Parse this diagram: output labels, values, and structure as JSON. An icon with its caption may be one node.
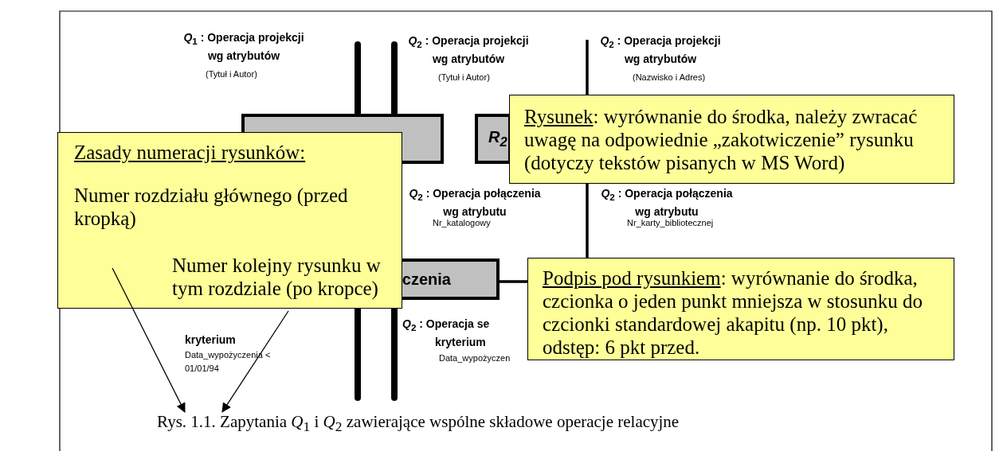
{
  "diagram": {
    "caption": "Rys. 1.1. Zapytania *Q*$_{1}$ i *Q*$_{2}$ zawierające wspólne składowe operacje relacyjne",
    "nodes": [
      {
        "text": [],
        "shape": "box"
      },
      {
        "text": [
          "*R*$_{2}$"
        ]
      },
      {
        "text": [
          "czenia"
        ]
      },
      {
        "text": [
          "Zasady numeracji rysunków:"
        ]
      },
      {
        "text": [
          "Numer rozdziału głównego (przed kropką)"
        ],
        "in": 3
      },
      {
        "text": [
          "Numer kolejny rysunku w tym rozdziale (po kropce)"
        ],
        "in": 3
      },
      {
        "text": [
          "Rysunek",
          ": wyrównanie do środka, należy zwracać uwagę na odpowiednie „zakotwiczenie” rysunku (dotyczy tekstów pisanych w MS Word)"
        ]
      },
      {
        "text": [
          "Podpis pod rysunkiem",
          ": wyrównanie do środka, czcionka o jeden punkt mniejsza w stosunku do czcionki standardowej akapitu (np. 10 pkt), odstęp: 6 pkt przed."
        ]
      }
    ],
    "edges": [
      {
        "from": 4,
        "to": null,
        "arrow": "to"
      },
      {
        "from": 5,
        "to": null,
        "arrow": "to"
      },
      {
        "from": 2,
        "to": 7,
        "arrow": "none",
        "style": "thick"
      },
      {
        "from": 6,
        "to": 7,
        "arrow": "none",
        "style": "thick"
      }
    ],
    "labels": [
      "*Q*$_{1}$ : Operacja projekcji wg atrybutów",
      "(Tytuł i Autor)",
      "*Q*$_{2}$ : Operacja projekcji wg atrybutów",
      "(Tytuł i Autor)",
      "*Q*$_{2}$ : Operacja projekcji wg atrybutów",
      "(Nazwisko i Adres)",
      "*Q*$_{2}$ : Operacja połączenia wg atrybutu",
      "Nr_katalogowy",
      "*Q*$_{2}$ : Operacja połączenia wg atrybutu",
      "Nr_karty_bibliotecznej",
      "kryterium",
      "Data_wypożyczenia < 01/01/94",
      "*Q*$_{2}$ : Operacja se",
      "kryterium",
      "Data_wypożyczen"
    ]
  }
}
